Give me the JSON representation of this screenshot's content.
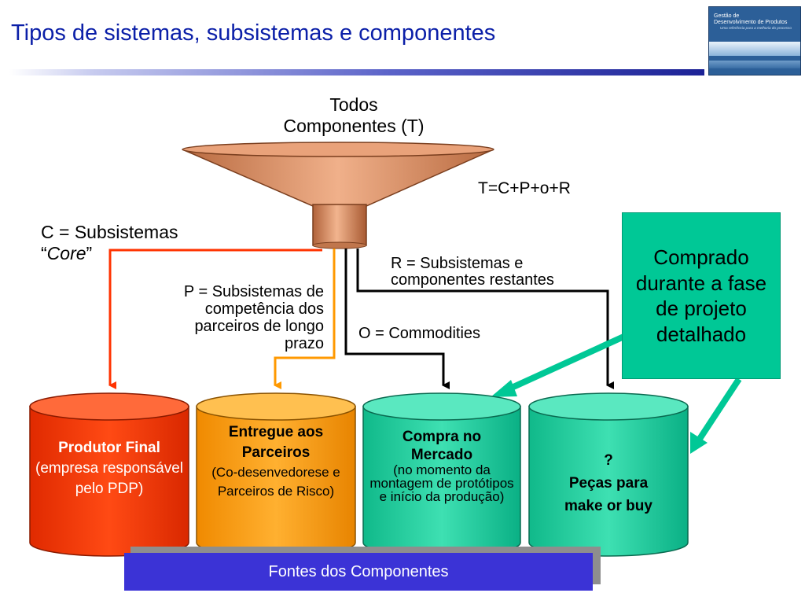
{
  "slide_title": "Tipos de sistemas, subsistemas e componentes",
  "logo": {
    "line1": "Gestão de",
    "line2": "Desenvolvimento de Produtos",
    "tagline": "Uma referência para a melhoria do processo"
  },
  "funnel": {
    "label_line1": "Todos",
    "label_line2": "Componentes (T)",
    "formula": "T=C+P+o+R"
  },
  "branches": {
    "c_line1": "C = Subsistemas",
    "c_open_quote": "“",
    "c_core": "Core",
    "c_close_quote": "”",
    "p_lines": [
      "P = Subsistemas de",
      "competência dos",
      "parceiros de longo",
      "prazo"
    ],
    "r_lines": [
      "R = Subsistemas e",
      "componentes restantes"
    ],
    "o_label": "O = Commodities"
  },
  "callout": {
    "text": "Comprado durante a fase de projeto detalhado"
  },
  "cylinders": {
    "produtor": {
      "bold": "Produtor Final",
      "normal": "(empresa responsável pelo PDP)"
    },
    "entregue": {
      "bold_line1": "Entregue aos",
      "bold_line2": "Parceiros",
      "normal": "(Co-desenvedorese e Parceiros de Risco)"
    },
    "compra": {
      "bold_line1": "Compra no",
      "bold_line2": "Mercado",
      "normal": "(no momento da montagem de protótipos e início da produção)"
    },
    "pecas": {
      "bold_line1": "?",
      "bold_line2": "Peças para",
      "bold_line3": "make or buy"
    }
  },
  "footer": "Fontes dos Componentes",
  "colors": {
    "title": "#0b1fa8",
    "funnel": "#d98a5e",
    "red": "#ff3300",
    "orange": "#ff9900",
    "teal": "#00c896",
    "footer": "#3b33d6"
  }
}
